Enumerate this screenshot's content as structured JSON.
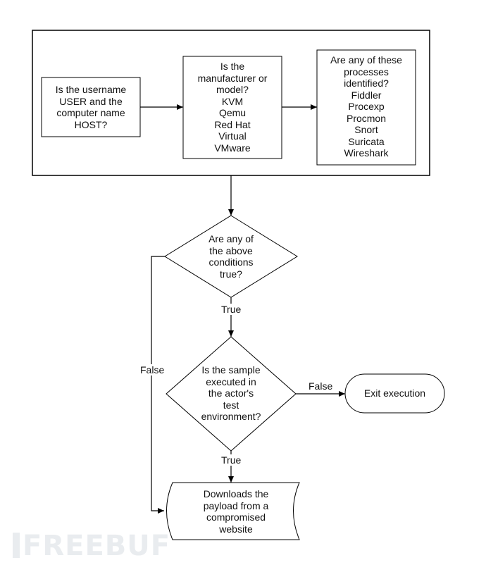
{
  "nodes": {
    "username_check": "Is the username\nUSER and the\ncomputer name\nHOST?",
    "model_check": "Is the\nmanufacturer or\nmodel?\nKVM\nQemu\nRed Hat\nVirtual\nVMware",
    "process_check": "Are any of these\nprocesses\nidentified?\nFiddler\nProcexp\nProcmon\nSnort\nSuricata\nWireshark",
    "conditions_decision": "Are any of\nthe above\nconditions\ntrue?",
    "environment_decision": "Is the sample\nexecuted in\nthe actor's\ntest\nenvironment?",
    "exit_execution": "Exit execution",
    "download_payload": "Downloads the\npayload from a\ncompromised\nwebsite"
  },
  "edges": {
    "conditions_true": "True",
    "conditions_false": "False",
    "environment_false": "False",
    "environment_true": "True"
  },
  "watermark": "FREEBUF"
}
